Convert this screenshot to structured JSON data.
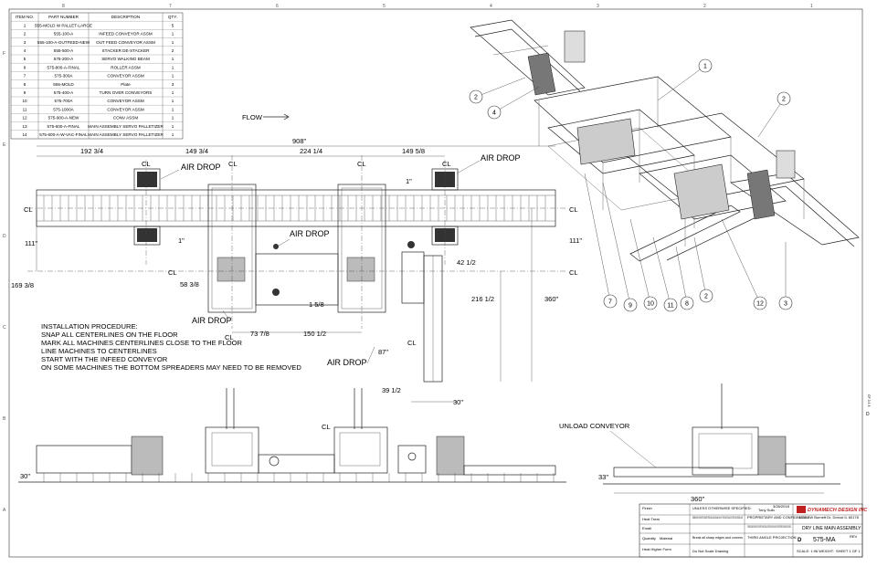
{
  "bom": {
    "headers": [
      "ITEM NO.",
      "PART NUMBER",
      "DESCRIPTION",
      "QTY."
    ],
    "rows": [
      [
        "1",
        "555-MOLD W PALLET-LARGE",
        "",
        "5"
      ],
      [
        "2",
        "555-100-A",
        "INFEED CONVEYOR ASSM",
        "1"
      ],
      [
        "3",
        "555-100-A-OUTFEED-NEW",
        "OUT FEED CONVEYOR ASSM",
        "1"
      ],
      [
        "4",
        "555-500-A",
        "STACKER DE-STACKER",
        "2"
      ],
      [
        "5",
        "575-200-A",
        "SERVO WALKING BEAM",
        "1"
      ],
      [
        "6",
        "575-800-A-FINAL",
        "ROLLER ASSM",
        "1"
      ],
      [
        "7",
        "575-300A",
        "CONVEYOR ASSM",
        "1"
      ],
      [
        "8",
        "555-MOLD",
        "Plate",
        "3"
      ],
      [
        "9",
        "575-400-A",
        "TURN OVER CONVEYORS",
        "1"
      ],
      [
        "10",
        "575-700A",
        "CONVEYOR ASSM",
        "1"
      ],
      [
        "11",
        "575-1000A",
        "CONVEYOR ASSM",
        "1"
      ],
      [
        "12",
        "575-900-A-NEW",
        "CONV ASSM",
        "1"
      ],
      [
        "13",
        "575-600-A-FINAL",
        "MAIN ASSEMBLY SERVO PALLETIZER",
        "1"
      ],
      [
        "14",
        "575-600-A-W-VAC-FINAL",
        "MAIN ASSEMBLY SERVO PALLETIZER",
        "1"
      ]
    ]
  },
  "labels": {
    "flow": "FLOW",
    "cl": "CL",
    "air_drop": "AIR DROP",
    "unload_conveyor": "UNLOAD CONVEYOR"
  },
  "dims": {
    "d908": "908\"",
    "d192": "192 3/4",
    "d149a": "149 3/4",
    "d224": "224 1/4",
    "d149b": "149 5/8",
    "d1a": "1\"",
    "d1b": "1\"",
    "d111a": "111\"",
    "d111b": "111\"",
    "d169": "169 3/8",
    "d58": "58 3/8",
    "d1_5_8": "1 5/8",
    "d73": "73 7/8",
    "d150": "150 1/2",
    "d42": "42 1/2",
    "d216": "216 1/2",
    "d360a": "360\"",
    "d87": "87\"",
    "d39": "39 1/2",
    "d30a": "30\"",
    "d30b": "30\"",
    "d33": "33\"",
    "d360b": "360\""
  },
  "install": {
    "lines": [
      "INSTALLATION PROCEDURE:",
      "SNAP ALL CENTERLINES ON THE FLOOR",
      "MARK ALL MACHINES CENTERLINES CLOSE TO THE FLOOR",
      "LINE MACHINES TO CENTERLINES",
      "START WITH THE INFEED CONVEYOR",
      "ON SOME MACHINES THE BOTTOM SPREADERS MAY NEED TO BE REMOVED"
    ]
  },
  "balloons": [
    "1",
    "2",
    "4",
    "2",
    "7",
    "9",
    "10",
    "11",
    "8",
    "2",
    "12",
    "3"
  ],
  "title_block": {
    "company": "DYNAMECH DESIGN INC",
    "address": "4118 SW Burnett Dr, Dorcut IL 60178",
    "drawn_by": "Tony Sulic",
    "date": "3/28/2018",
    "title": "DRY LINE MAIN ASSEMBLY",
    "size": "D",
    "dwg_no": "575-MA",
    "scale": "SCALE: 1:96 WEIGHT:",
    "sheet": "SHEET 1 OF 1",
    "rev": "REV",
    "do_not_scale": "Do Not Scale Drawing",
    "break_note": "Break all sharp edges and corners",
    "finish": "Finish",
    "quantity": "Quantity",
    "material": "Material",
    "heat_treat": "Heat Treat",
    "email": "Email",
    "heat_higher": "Heat Higher Form",
    "third_angle": "THIRD ANGLE PROJECTION",
    "unless": "UNLESS OTHERWISE SPECIFIED:",
    "tol": "DIMENSIONS ARE IN INCHES TOLERANCES: FRACTIONAL ±1/16 ANGULAR: MACH ±1° TWO PLACE DECIMAL ±0.01 THREE PLACE DECIMAL ±0.005",
    "proprietary": "PROPRIETARY AND CONFIDENTIAL",
    "proprietary_text": "THE INFORMATION CONTAINED IN THIS DRAWING IS THE SOLE PROPERTY OF DYNAMECH DESIGN INC. ANY REPRODUCTION IN PART OR AS A WHOLE WITHOUT THE WRITTEN PERMISSION OF DYNAMECH DESIGN INC IS PROHIBITED.",
    "side_code": "D",
    "side_text": "CF 3 4 8"
  },
  "border": {
    "cols": [
      "8",
      "7",
      "6",
      "5",
      "4",
      "3",
      "2",
      "1"
    ],
    "rows": [
      "F",
      "E",
      "D",
      "C",
      "B",
      "A"
    ]
  }
}
